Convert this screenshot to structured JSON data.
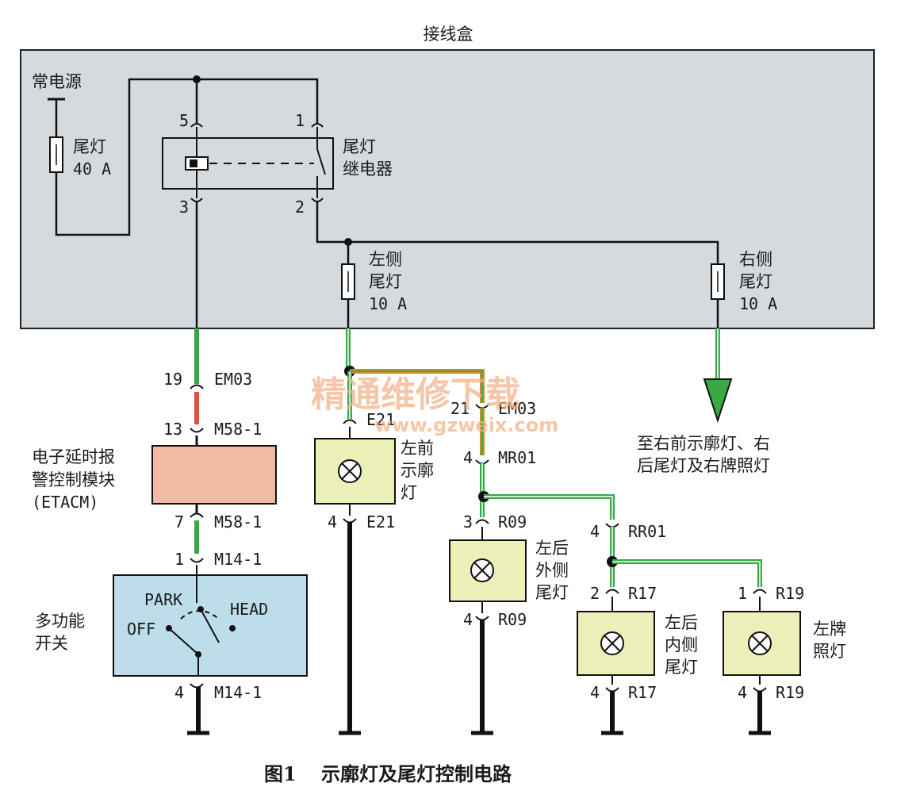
{
  "junction_box": {
    "title": "接线盒",
    "battery": "常电源",
    "fuse_main": [
      "尾灯",
      "40 A"
    ],
    "relay_label": [
      "尾灯",
      "继电器"
    ],
    "relay_pins": [
      "5",
      "1",
      "3",
      "2"
    ],
    "fuse_left": [
      "左侧",
      "尾灯",
      "10 A"
    ],
    "fuse_right": [
      "右侧",
      "尾灯",
      "10 A"
    ]
  },
  "connectors": {
    "em03_19": [
      "19",
      "EM03"
    ],
    "m58_13": [
      "13",
      "M58-1"
    ],
    "m58_7": [
      "7",
      "M58-1"
    ],
    "m14_1": [
      "1",
      "M14-1"
    ],
    "m14_4": [
      "4",
      "M14-1"
    ],
    "em03_21": [
      "21",
      "EM03"
    ],
    "e21_top": "E21",
    "e21_bot": [
      "4",
      "E21"
    ],
    "mr01": [
      "4",
      "MR01"
    ],
    "r09_top": [
      "3",
      "R09"
    ],
    "r09_bot": [
      "4",
      "R09"
    ],
    "rr01": [
      "4",
      "RR01"
    ],
    "r17_top": [
      "2",
      "R17"
    ],
    "r17_bot": [
      "4",
      "R17"
    ],
    "r19_top": [
      "1",
      "R19"
    ],
    "r19_bot": [
      "4",
      "R19"
    ]
  },
  "modules": {
    "etacm": [
      "电子延时报",
      "警控制模块",
      "(ETACM)"
    ],
    "switch": [
      "多功能",
      "开关"
    ],
    "switch_positions": [
      "PARK",
      "HEAD",
      "OFF"
    ]
  },
  "lamps": {
    "front_left": [
      "左前",
      "示廓",
      "灯"
    ],
    "rear_left_outer": [
      "左后",
      "外侧",
      "尾灯"
    ],
    "rear_left_inner": [
      "左后",
      "内侧",
      "尾灯"
    ],
    "plate": [
      "左牌",
      "照灯"
    ]
  },
  "note_right": [
    "至右前示廓灯、右",
    "后尾灯及右牌照灯"
  ],
  "watermark": [
    "精通维修下载",
    "www.gzweix.com"
  ],
  "caption": [
    "图1",
    "示廓灯及尾灯控制电路"
  ],
  "colors": {
    "box_fill": "#d5dade",
    "etacm_fill": "#f2b9a3",
    "switch_fill": "#bcdde9",
    "lamp_fill": "#ecefb8",
    "wire_green": "#3aa845",
    "wire_red": "#d9533d",
    "wire_orange": "#c58f2a"
  }
}
